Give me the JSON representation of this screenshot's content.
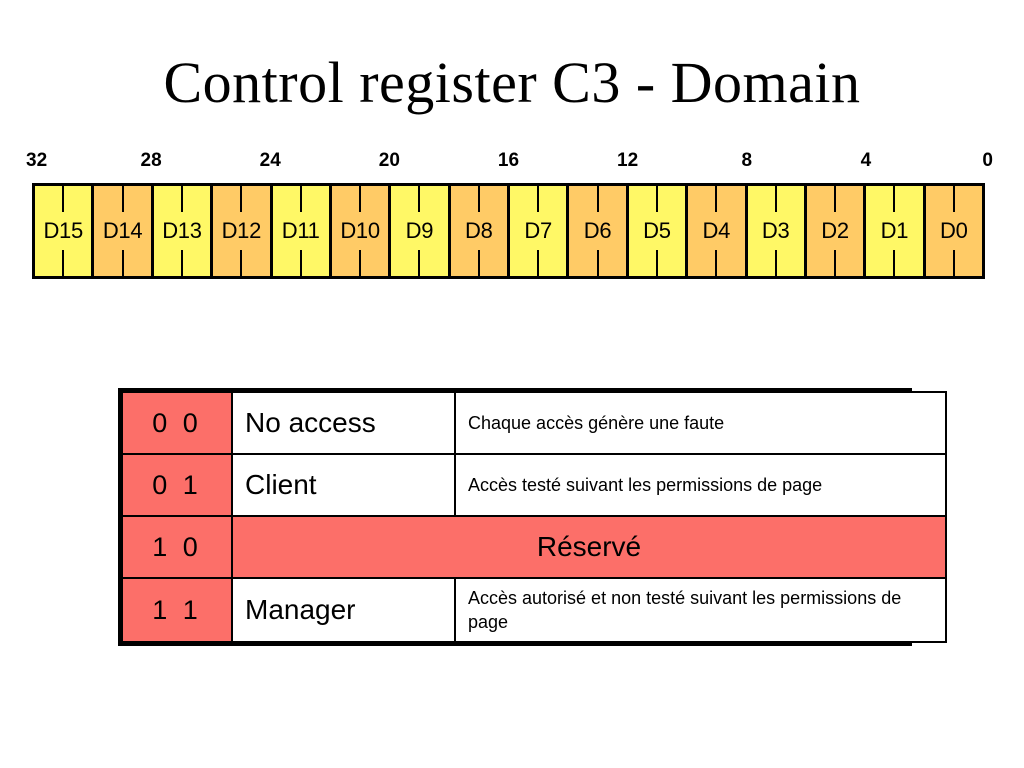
{
  "slide": {
    "title": "Control register C3 - Domain"
  },
  "register": {
    "ruler_labels": [
      "32",
      "28",
      "24",
      "20",
      "16",
      "12",
      "8",
      "4",
      "0"
    ],
    "colors": {
      "yellow": "#FFF866",
      "orange": "#FFCB66",
      "border": "#000000"
    },
    "cells": [
      {
        "label": "D15",
        "fill": "yellow"
      },
      {
        "label": "D14",
        "fill": "orange"
      },
      {
        "label": "D13",
        "fill": "yellow"
      },
      {
        "label": "D12",
        "fill": "orange"
      },
      {
        "label": "D11",
        "fill": "yellow"
      },
      {
        "label": "D10",
        "fill": "orange"
      },
      {
        "label": "D9",
        "fill": "yellow"
      },
      {
        "label": "D8",
        "fill": "orange"
      },
      {
        "label": "D7",
        "fill": "yellow"
      },
      {
        "label": "D6",
        "fill": "orange"
      },
      {
        "label": "D5",
        "fill": "yellow"
      },
      {
        "label": "D4",
        "fill": "orange"
      },
      {
        "label": "D3",
        "fill": "yellow"
      },
      {
        "label": "D2",
        "fill": "orange"
      },
      {
        "label": "D1",
        "fill": "yellow"
      },
      {
        "label": "D0",
        "fill": "orange"
      }
    ]
  },
  "access_table": {
    "accent_color": "#FC6F69",
    "rows": [
      {
        "bits": "0 0",
        "name": "No access",
        "description": "Chaque accès génère une faute",
        "spanned": false
      },
      {
        "bits": "0 1",
        "name": "Client",
        "description": "Accès testé suivant les permissions de page",
        "spanned": false
      },
      {
        "bits": "1 0",
        "name": "Réservé",
        "description": "",
        "spanned": true
      },
      {
        "bits": "1 1",
        "name": "Manager",
        "description": "Accès autorisé et non testé suivant les permissions de page",
        "spanned": false
      }
    ]
  }
}
